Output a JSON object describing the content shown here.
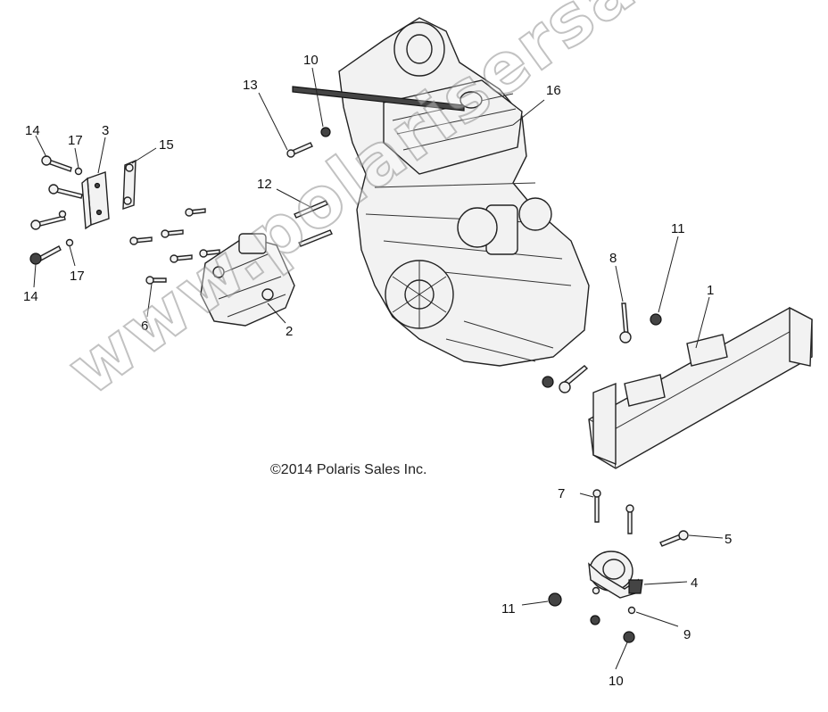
{
  "copyright": "©2014 Polaris Sales Inc.",
  "watermark": "www.polarisersatzteile.de",
  "callouts": [
    "14",
    "17",
    "3",
    "15",
    "14",
    "17",
    "6",
    "2",
    "13",
    "10",
    "12",
    "16",
    "8",
    "11",
    "1",
    "7",
    "5",
    "4",
    "11",
    "9",
    "10"
  ]
}
